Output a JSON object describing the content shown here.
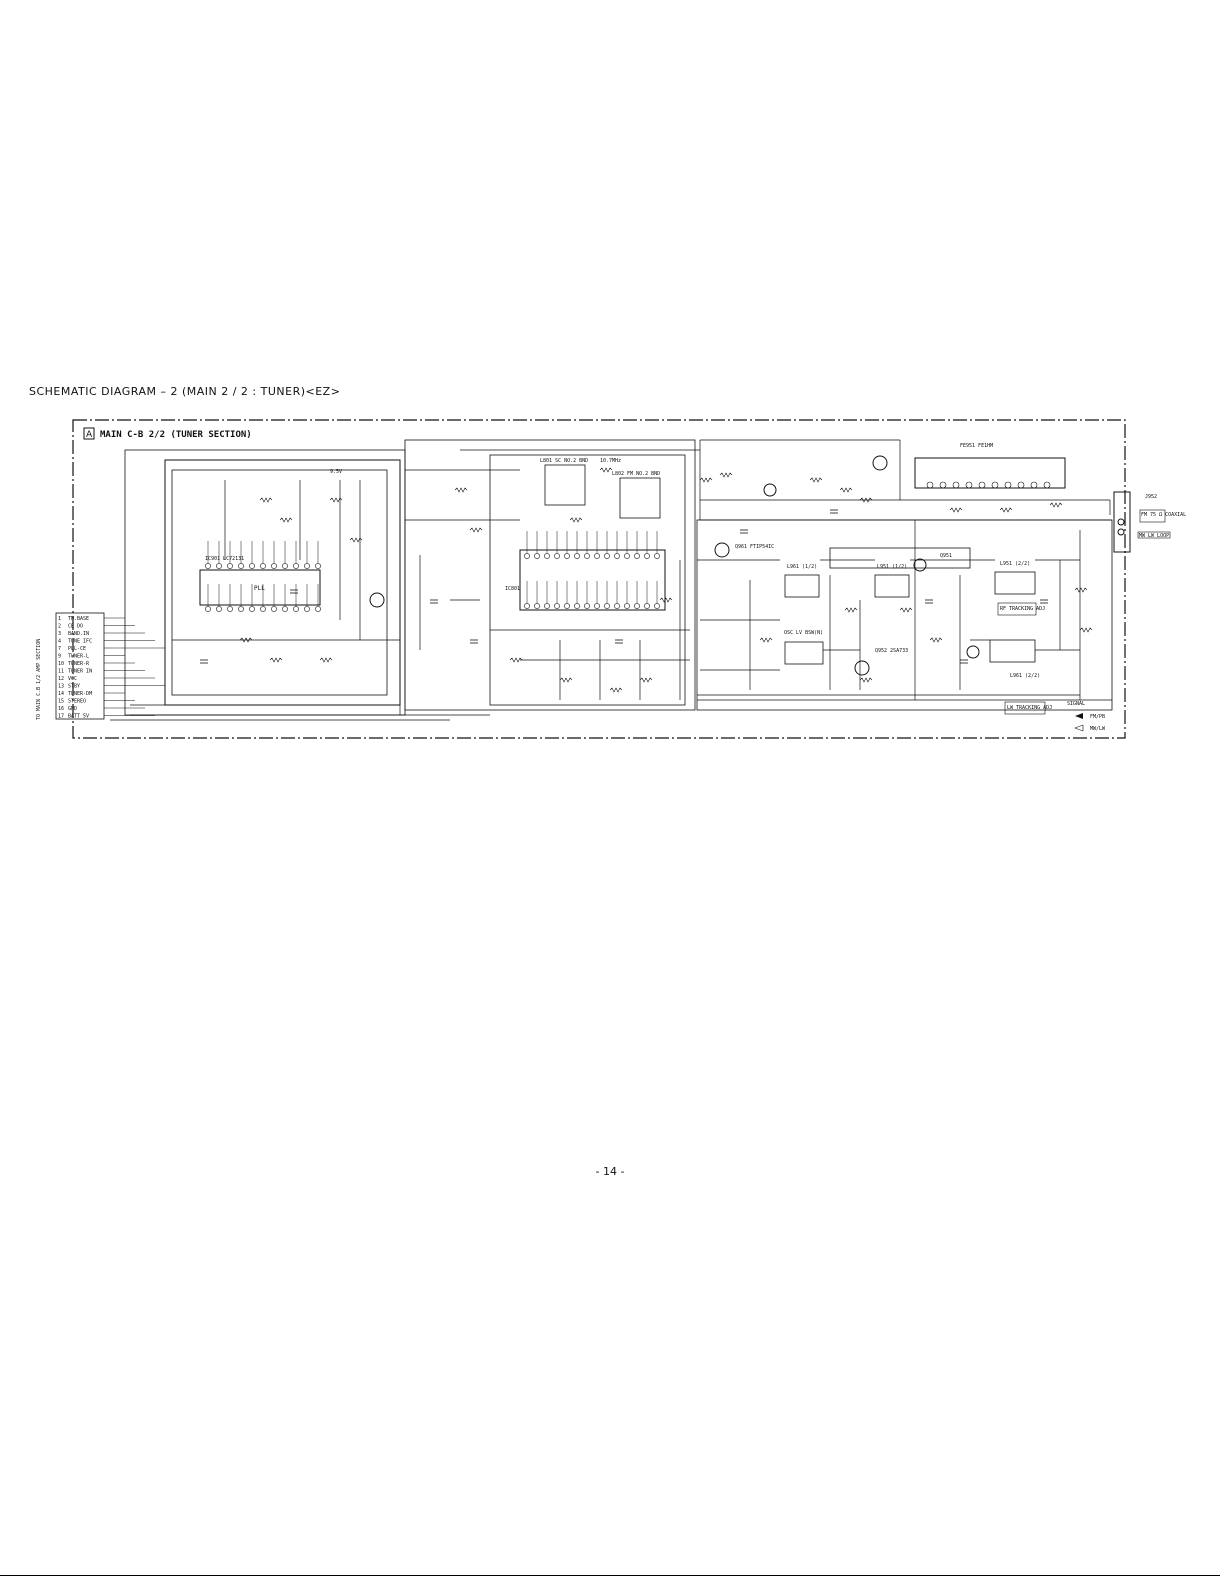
{
  "page": {
    "title": "SCHEMATIC  DIAGRAM – 2 (MAIN  2 / 2 : TUNER)<EZ>",
    "page_number": "- 14 -"
  },
  "board": {
    "tag": "A",
    "title": "MAIN C-B 2/2 (TUNER SECTION)"
  },
  "connector_pins": [
    {
      "num": "1",
      "name": "TN.BASE"
    },
    {
      "num": "2",
      "name": "CE DO"
    },
    {
      "num": "3",
      "name": "BAND.IN"
    },
    {
      "num": "4",
      "name": "TUNE IFC"
    },
    {
      "num": "7",
      "name": "PLL-CE"
    },
    {
      "num": "9",
      "name": "TUNER-L"
    },
    {
      "num": "10",
      "name": "TUNER-R"
    },
    {
      "num": "11",
      "name": "TUNER IN"
    },
    {
      "num": "12",
      "name": "VCC"
    },
    {
      "num": "13",
      "name": "STBY"
    },
    {
      "num": "14",
      "name": "TUNER-DM"
    },
    {
      "num": "15",
      "name": "STEREO"
    },
    {
      "num": "16",
      "name": "GND"
    },
    {
      "num": "17",
      "name": "BATT 5V"
    }
  ],
  "connector_side_label": "TO MAIN C.B 1/2 AMP SECTION",
  "components": {
    "ic_pll": "IC901 LC72131",
    "ic_fm": "IC801",
    "ic_top": "L801 SC NO.2 BND",
    "ic_mid": "L802 FM NO.2 BND",
    "fe_label": "FE951 FE1HM",
    "q961": "Q961 FTIP54IC",
    "q951": "Q951",
    "jack": "J952",
    "fm_ant": "FM 75 Ω COAXIAL",
    "mw_ant": "MW LW LOOP",
    "l951": "L951 (1/2)",
    "l952": "L951 (2/2)",
    "l961": "L961 (1/2)",
    "l962": "L961 (2/2)",
    "osc": "OSC LV BSW(N)",
    "q952": "Q952 2SA733",
    "rf_tracking": "RF TRACKING ADJ",
    "lw_tracking": "LW TRACKING ADJ",
    "if_val": "10.7MHz",
    "vcc_label": "9.5V"
  },
  "legend": {
    "signal": "SIGNAL",
    "fm_pb": "FM/PB",
    "mw_lw": "MW/LW"
  }
}
